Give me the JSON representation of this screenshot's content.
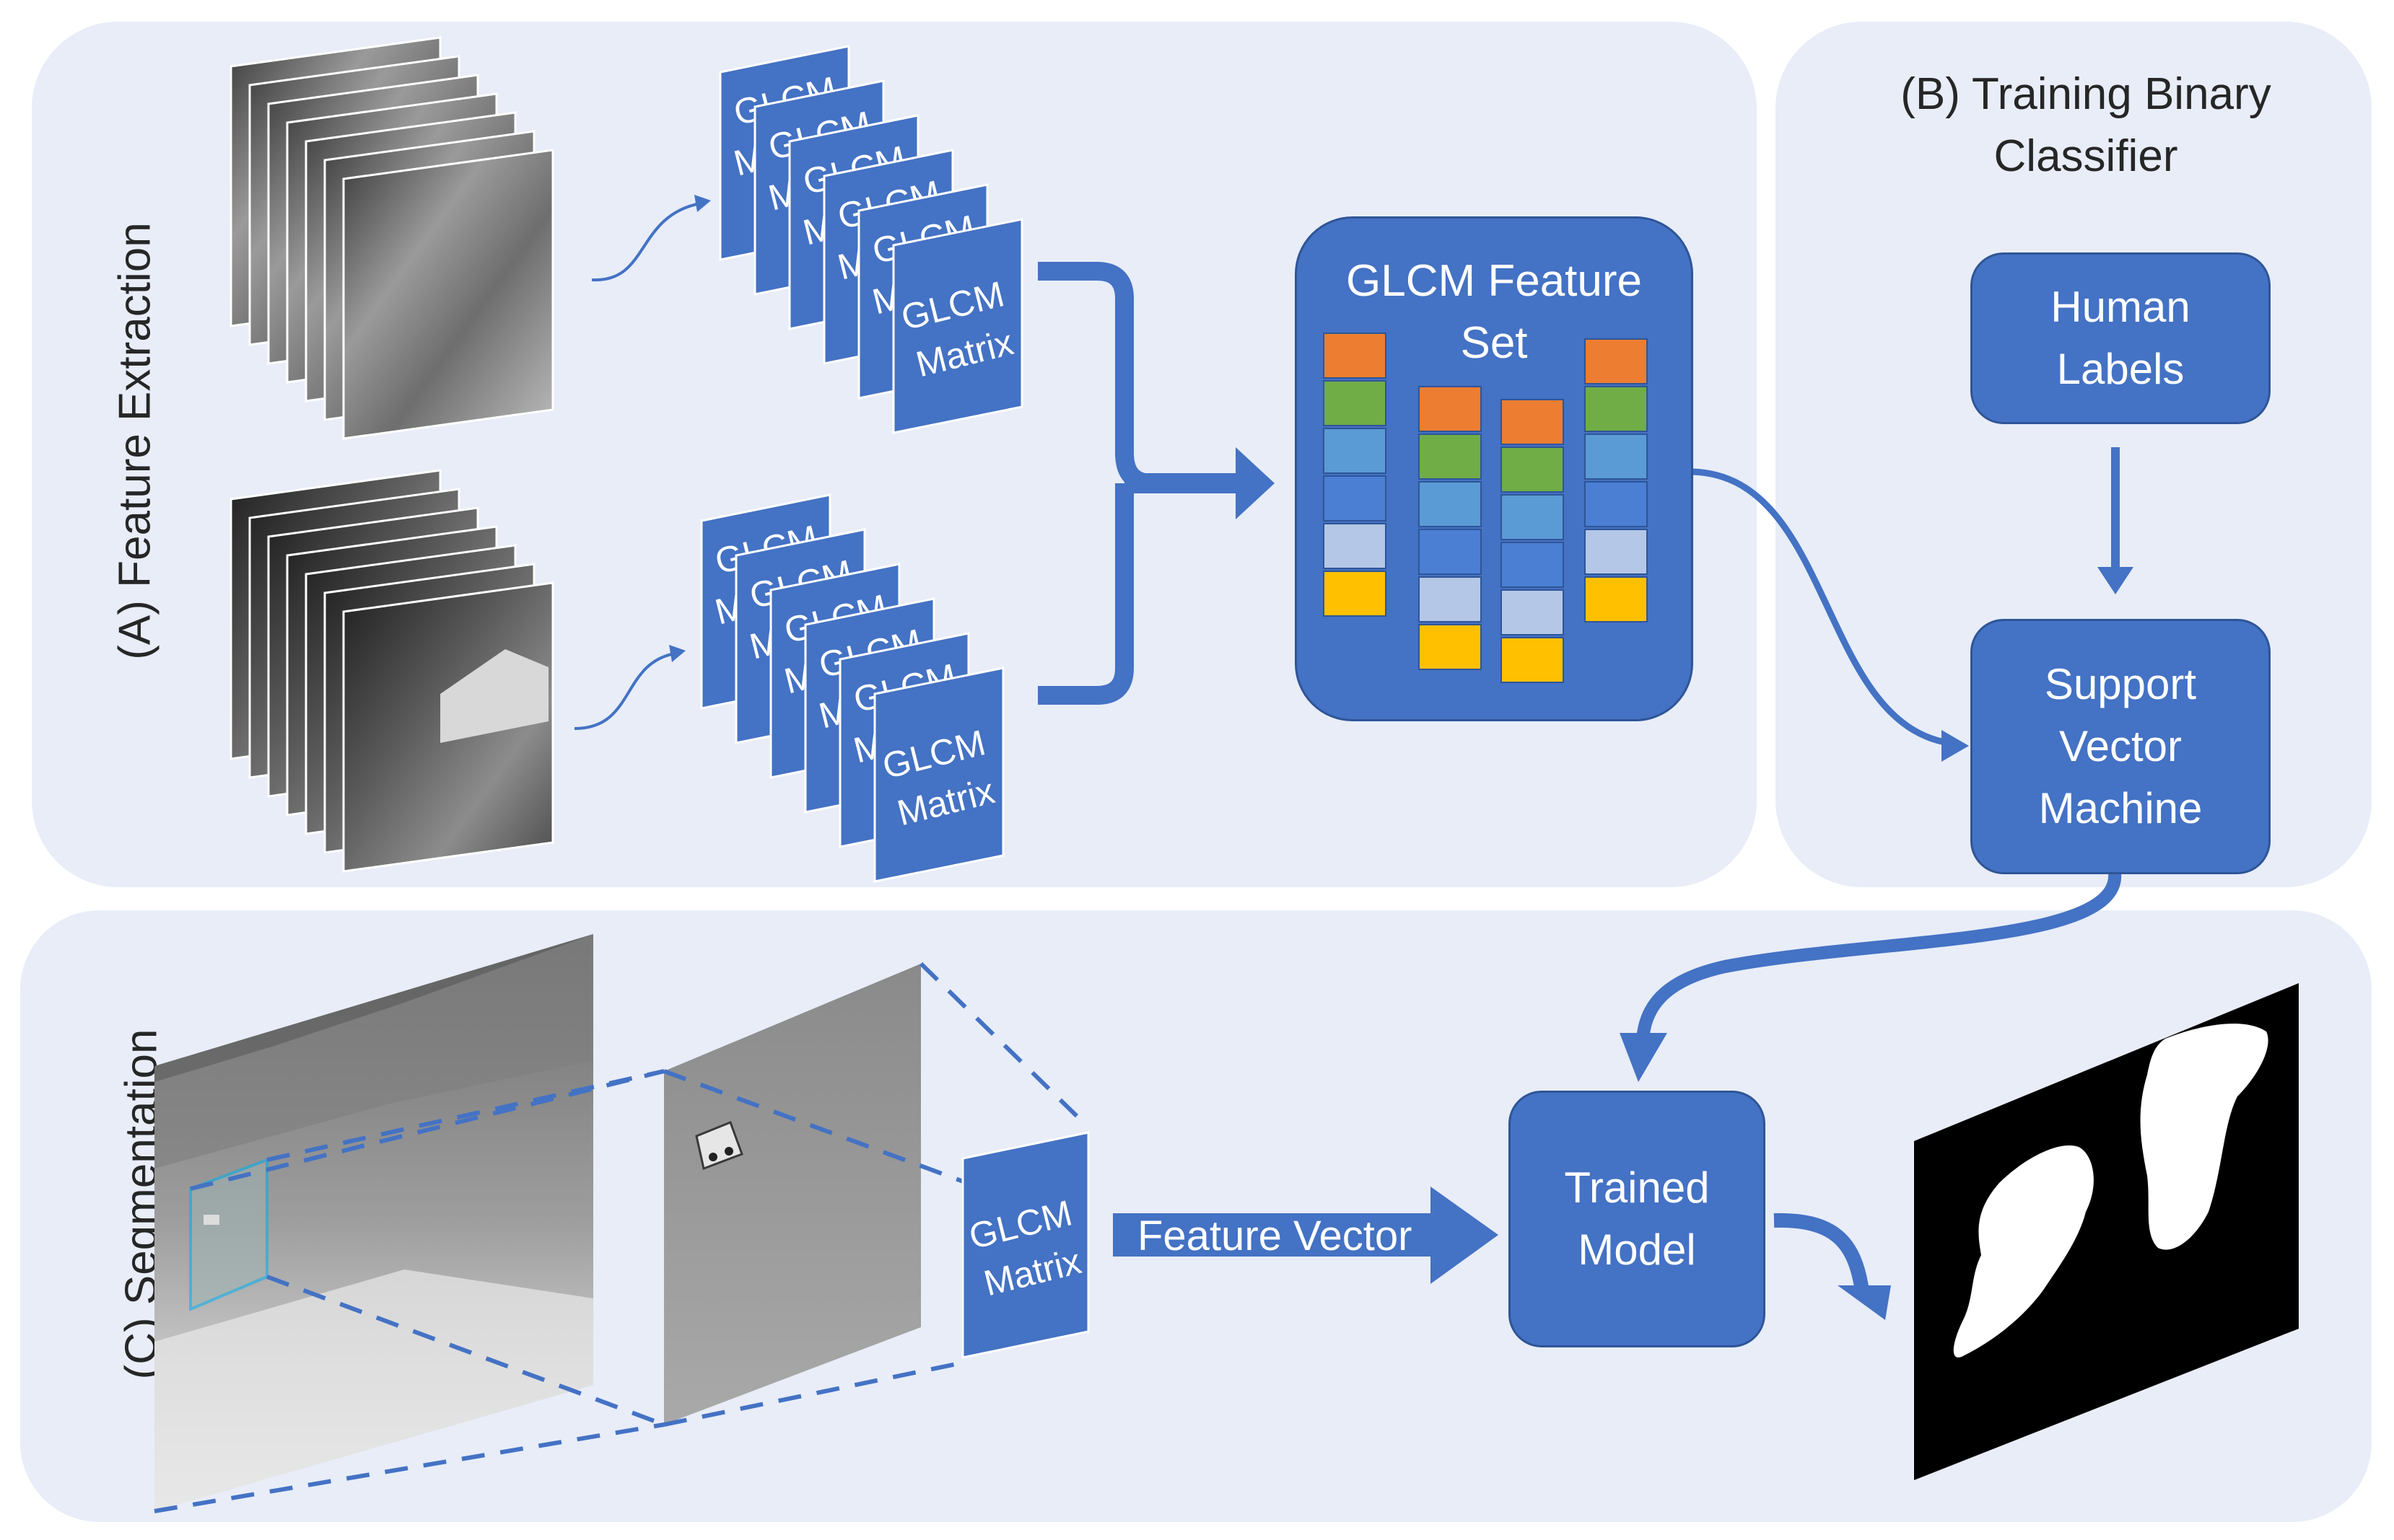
{
  "panels": {
    "a_label": "(A) Feature Extraction",
    "b_label": "(B) Training Binary Classifier",
    "c_label": "(C) Segmentation"
  },
  "glcm_card_text": "GLCM Matrix",
  "glcm_card_partial": [
    "GLCM",
    "M"
  ],
  "feature_set": {
    "title": "GLCM Feature Set"
  },
  "human_labels": "Human Labels",
  "svm": "Support Vector Machine",
  "feature_vector": "Feature Vector",
  "trained_model": "Trained Model",
  "colors": {
    "panel": "#e8edf8",
    "box": "#4472c4",
    "box_border": "#2f5597",
    "arrow": "#4472c4",
    "dash": "#4472c4",
    "feature_orange": "#ed7d31",
    "feature_green": "#70ad47",
    "feature_lightblue": "#5b9bd5",
    "feature_midblue": "#4a7fd4",
    "feature_pale": "#b4c7e7",
    "feature_yellow": "#ffc000"
  }
}
